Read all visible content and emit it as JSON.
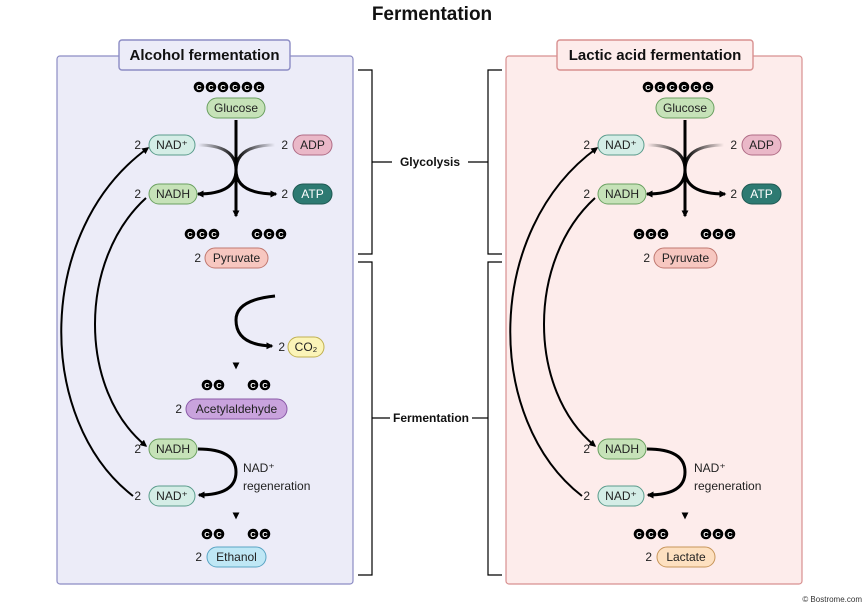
{
  "title": "Fermentation",
  "panels": {
    "alcohol": {
      "header": "Alcohol fermentation",
      "carbon_glucose": "CCCCCC",
      "carbon_pyruvate": "CCC",
      "carbon_two": "CC",
      "glucose": "Glucose",
      "nad_plus": "NAD⁺",
      "nadh": "NADH",
      "adp": "ADP",
      "atp": "ATP",
      "pyruvate": "Pyruvate",
      "co2": "CO₂",
      "acetylaldehyde": "Acetylaldehyde",
      "regen_line1": "NAD⁺",
      "regen_line2": "regeneration",
      "ethanol": "Ethanol",
      "two": "2"
    },
    "lactic": {
      "header": "Lactic acid fermentation",
      "carbon_glucose": "CCCCCC",
      "carbon_pyruvate": "CCC",
      "glucose": "Glucose",
      "nad_plus": "NAD⁺",
      "nadh": "NADH",
      "adp": "ADP",
      "atp": "ATP",
      "pyruvate": "Pyruvate",
      "regen_line1": "NAD⁺",
      "regen_line2": "regeneration",
      "lactate": "Lactate",
      "two": "2"
    }
  },
  "brackets": {
    "glycolysis": "Glycolysis",
    "fermentation": "Fermentation"
  },
  "copyright": "© Bostrome.com",
  "colors": {
    "alcohol_bg": "#ececf8",
    "alcohol_border": "#8c8cc4",
    "lactic_bg": "#fdeceb",
    "lactic_border": "#d89090",
    "glucose": "#c6e2b8",
    "nad": "#d4ede6",
    "adp": "#eab8c8",
    "atp": "#2d7a72",
    "pyruvate": "#f7c7c0",
    "co2": "#fbf4b8",
    "acetylaldehyde": "#c9a3dd",
    "ethanol": "#bfe7f5",
    "lactate": "#fde0c0"
  }
}
